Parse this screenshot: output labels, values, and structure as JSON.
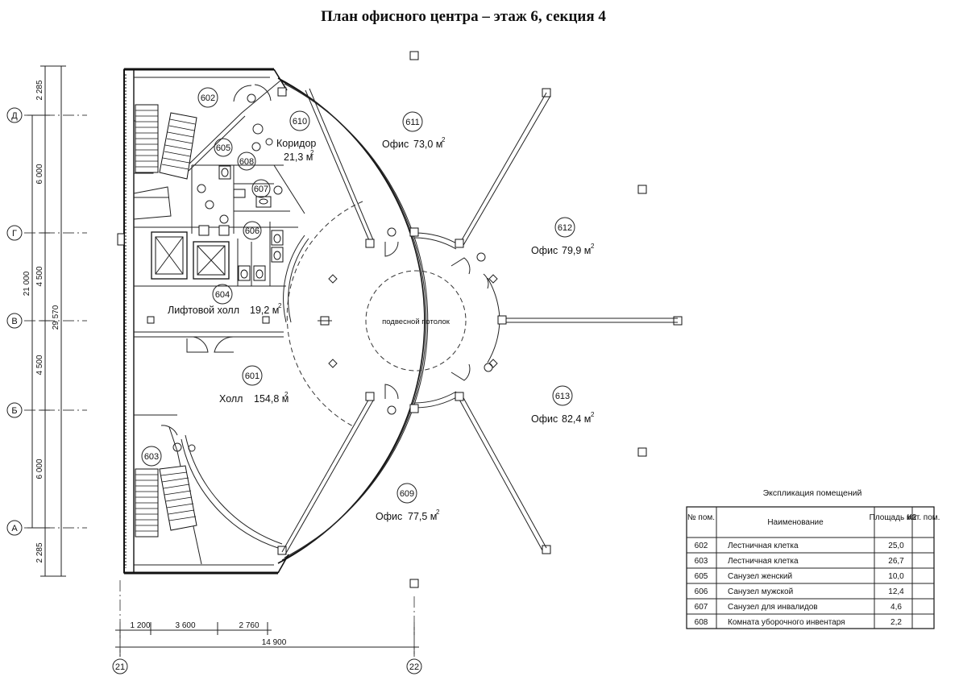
{
  "title": "План офисного центра – этаж 6, секция 4",
  "axes_rows": [
    {
      "label": "Д"
    },
    {
      "label": "Г"
    },
    {
      "label": "В"
    },
    {
      "label": "Б"
    },
    {
      "label": "А"
    }
  ],
  "axes_cols": [
    {
      "label": "21"
    },
    {
      "label": "22"
    }
  ],
  "dims_left_inner": [
    "2 285",
    "6 000",
    "4 500",
    "4 500",
    "6 000",
    "2 285"
  ],
  "dims_left_mid": "21 000",
  "dims_left_outer": "29 570",
  "dims_bottom": [
    "1 200",
    "3 600",
    "2 760"
  ],
  "dims_bottom_total": "14 900",
  "ceiling_label": "подвесной потолок",
  "rooms": [
    {
      "num": "601",
      "name": "Холл",
      "area": "154,8 м",
      "sup": "2"
    },
    {
      "num": "602"
    },
    {
      "num": "603"
    },
    {
      "num": "604",
      "name": "Лифтовой холл",
      "area": "19,2 м",
      "sup": "2"
    },
    {
      "num": "605"
    },
    {
      "num": "606"
    },
    {
      "num": "607"
    },
    {
      "num": "608"
    },
    {
      "num": "609",
      "name": "Офис",
      "area": "77,5 м",
      "sup": "2"
    },
    {
      "num": "610",
      "name": "Коридор",
      "area": "21,3 м",
      "sup": "2"
    },
    {
      "num": "611",
      "name": "Офис",
      "area": "73,0 м",
      "sup": "2"
    },
    {
      "num": "612",
      "name": "Офис",
      "area": "79,9 м",
      "sup": "2"
    },
    {
      "num": "613",
      "name": "Офис",
      "area": "82,4 м",
      "sup": "2"
    }
  ],
  "explication": {
    "title": "Экспликация помещений",
    "headers": [
      "№ пом.",
      "Наименование",
      "Площадь м2",
      "Кат. пом."
    ],
    "rows": [
      {
        "num": "602",
        "name": "Лестничная клетка",
        "area": "25,0",
        "cat": ""
      },
      {
        "num": "603",
        "name": "Лестничная клетка",
        "area": "26,7",
        "cat": ""
      },
      {
        "num": "605",
        "name": "Санузел женский",
        "area": "10,0",
        "cat": ""
      },
      {
        "num": "606",
        "name": "Санузел мужской",
        "area": "12,4",
        "cat": ""
      },
      {
        "num": "607",
        "name": "Санузел для инвалидов",
        "area": "4,6",
        "cat": ""
      },
      {
        "num": "608",
        "name": "Комната уборочного инвентаря",
        "area": "2,2",
        "cat": ""
      }
    ]
  }
}
